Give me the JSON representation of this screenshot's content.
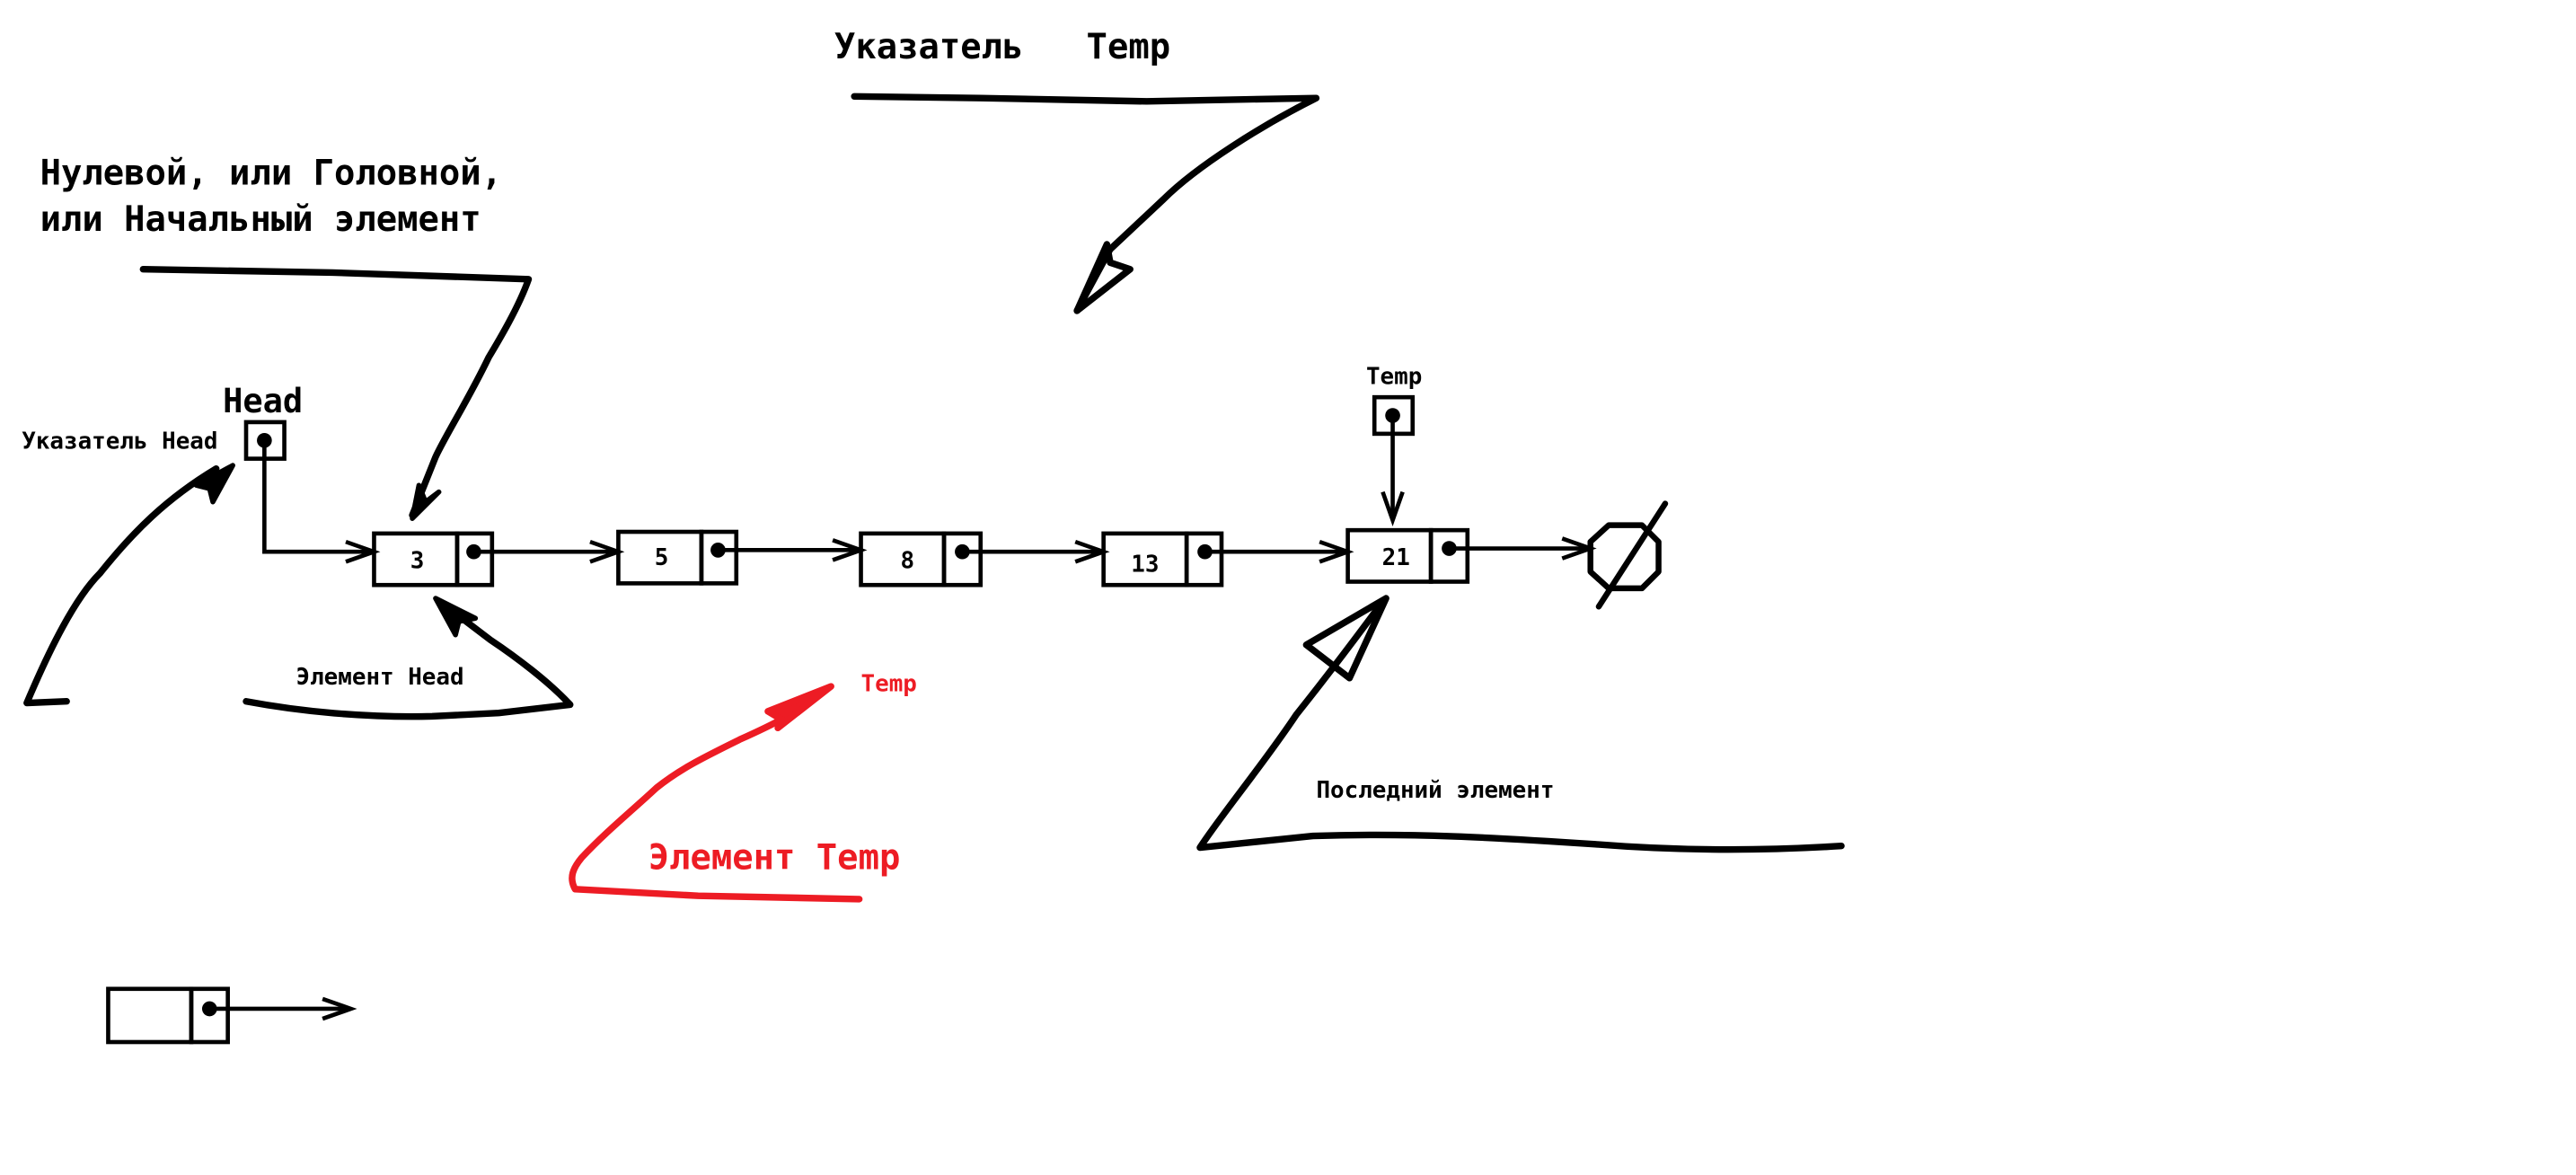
{
  "colors": {
    "ink": "#000000",
    "highlight": "#ed1c24",
    "background": "#ffffff"
  },
  "labels": {
    "pointer_temp_title": "Указатель   Temp",
    "head_element_desc_line1": "Нулевой, или Головной,",
    "head_element_desc_line2": "или Начальный элемент",
    "head": "Head",
    "pointer_head": "Указатель Head",
    "temp_small": "Temp",
    "element_head": "Элемент Head",
    "temp_red": "Temp",
    "element_temp": "Элемент Temp",
    "last_element": "Последний элемент"
  },
  "nodes": [
    {
      "value": "3"
    },
    {
      "value": "5"
    },
    {
      "value": "8"
    },
    {
      "value": "13"
    },
    {
      "value": "21"
    }
  ],
  "null_symbol": "null-terminator",
  "legend_node": {
    "value": ""
  }
}
